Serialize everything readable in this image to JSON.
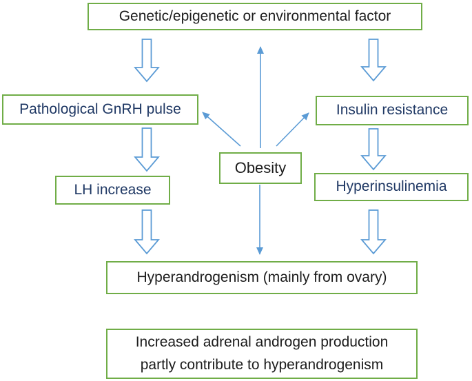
{
  "colors": {
    "box_border_green": "#70AD47",
    "arrow_blue": "#5B9BD5",
    "dark_navy_text": "#1F3864",
    "black_text": "#1C1C1C",
    "background": "#FFFFFF"
  },
  "boxes": {
    "genetic": {
      "label": "Genetic/epigenetic or environmental factor"
    },
    "gnrh": {
      "label": "Pathological GnRH pulse"
    },
    "lh": {
      "label": "LH increase"
    },
    "obesity": {
      "label": "Obesity"
    },
    "insulin_resistance": {
      "label": "Insulin resistance"
    },
    "hyperinsulinemia": {
      "label": "Hyperinsulinemia"
    },
    "hyperandrogenism": {
      "label": "Hyperandrogenism (mainly from ovary)"
    },
    "adrenal": {
      "line1": "Increased adrenal androgen production",
      "line2": "partly contribute to hyperandrogenism"
    }
  },
  "arrows": [
    {
      "from": "genetic",
      "to": "gnrh",
      "style": "hollow-block-down"
    },
    {
      "from": "genetic",
      "to": "insulin_resistance",
      "style": "hollow-block-down"
    },
    {
      "from": "gnrh",
      "to": "lh",
      "style": "hollow-block-down"
    },
    {
      "from": "insulin_resistance",
      "to": "hyperinsulinemia",
      "style": "hollow-block-down"
    },
    {
      "from": "lh",
      "to": "hyperandrogenism",
      "style": "hollow-block-down"
    },
    {
      "from": "hyperinsulinemia",
      "to": "hyperandrogenism",
      "style": "hollow-block-down"
    },
    {
      "from": "obesity",
      "to": "genetic",
      "style": "thin-line-up"
    },
    {
      "from": "obesity",
      "to": "gnrh",
      "style": "thin-line-diagonal"
    },
    {
      "from": "obesity",
      "to": "insulin_resistance",
      "style": "thin-line-diagonal"
    },
    {
      "from": "obesity",
      "to": "hyperandrogenism",
      "style": "thin-line-down"
    }
  ]
}
